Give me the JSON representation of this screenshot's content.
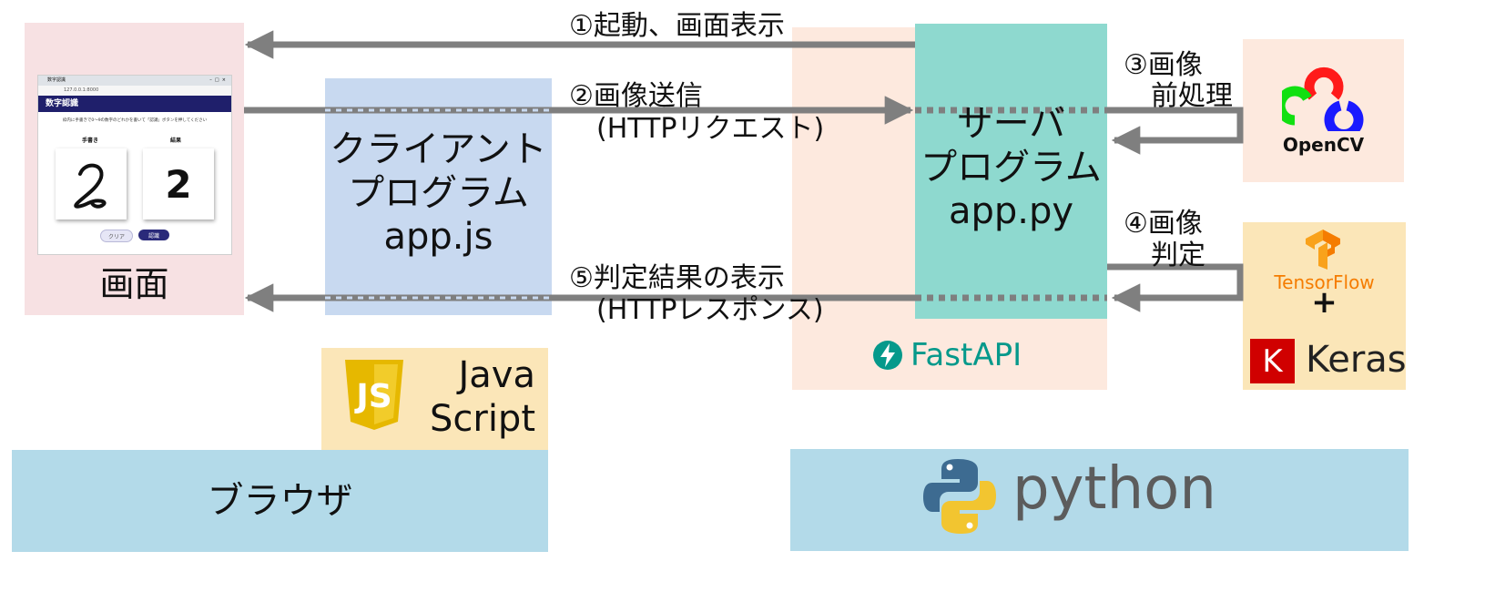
{
  "screen": {
    "label": "画面",
    "browser_title": "数字認識",
    "url": "127.0.0.1:8000",
    "header": "数字認識",
    "instruction": "枠内に手書きで0～9の数字のどれかを書いて「認識」ボタンを押してください",
    "col_left": "手書き",
    "col_right": "結果",
    "handwritten": "2",
    "result": "2",
    "clear_button": "クリア",
    "recognize_button": "認識"
  },
  "client": {
    "line1": "クライアント",
    "line2": "プログラム",
    "line3": "app.js"
  },
  "server": {
    "line1": "サーバ",
    "line2": "プログラム",
    "line3": "app.py"
  },
  "steps": {
    "s1": "①起動、画面表示",
    "s2a": "②画像送信",
    "s2b": "(HTTPリクエスト)",
    "s3a": "③画像",
    "s3b": "前処理",
    "s4a": "④画像",
    "s4b": "判定",
    "s5a": "⑤判定結果の表示",
    "s5b": "(HTTPレスポンス)"
  },
  "logos": {
    "opencv": "OpenCV",
    "tensorflow": "TensorFlow",
    "plus": "+",
    "keras_k": "K",
    "keras": "Keras",
    "fastapi": "FastAPI",
    "js_line1": "Java",
    "js_line2": "Script",
    "js_badge": "JS",
    "python": "python"
  },
  "platforms": {
    "browser": "ブラウザ"
  },
  "colors": {
    "screen_bg": "#f7e1e3",
    "client_bg": "#c8d9f0",
    "server_bg": "#8ed9cf",
    "fastapi_bg": "#fde9de",
    "opencv_bg": "#fde9de",
    "tensorflow_bg": "#fbe6b8",
    "js_bg": "#fbe6b8",
    "browser_bg": "#b3dae9",
    "python_bg": "#b3dae9",
    "arrow": "#7f7f7f"
  }
}
